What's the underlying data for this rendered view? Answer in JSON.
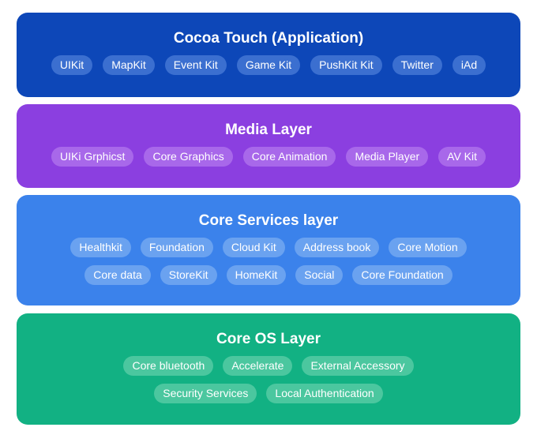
{
  "colors": {
    "cocoa_layer": "#0d47b8",
    "media_layer": "#8b3fe0",
    "services_layer": "#3b82eb",
    "os_layer": "#12b183"
  },
  "layers": {
    "cocoa": {
      "title": "Cocoa Touch (Application)",
      "rows": [
        [
          "UIKit",
          "MapKit",
          "Event Kit",
          "Game Kit",
          "PushKit Kit",
          "Twitter",
          "iAd"
        ]
      ]
    },
    "media": {
      "title": "Media Layer",
      "rows": [
        [
          "UIKi Grphicst",
          "Core Graphics",
          "Core Animation",
          "Media Player",
          "AV Kit"
        ]
      ]
    },
    "services": {
      "title": "Core Services layer",
      "rows": [
        [
          "Healthkit",
          "Foundation",
          "Cloud Kit",
          "Address book",
          "Core Motion"
        ],
        [
          "Core data",
          "StoreKit",
          "HomeKit",
          "Social",
          "Core Foundation"
        ]
      ]
    },
    "os": {
      "title": "Core OS Layer",
      "rows": [
        [
          "Core bluetooth",
          "Accelerate",
          "External Accessory"
        ],
        [
          "Security Services",
          "Local Authentication"
        ]
      ]
    }
  }
}
